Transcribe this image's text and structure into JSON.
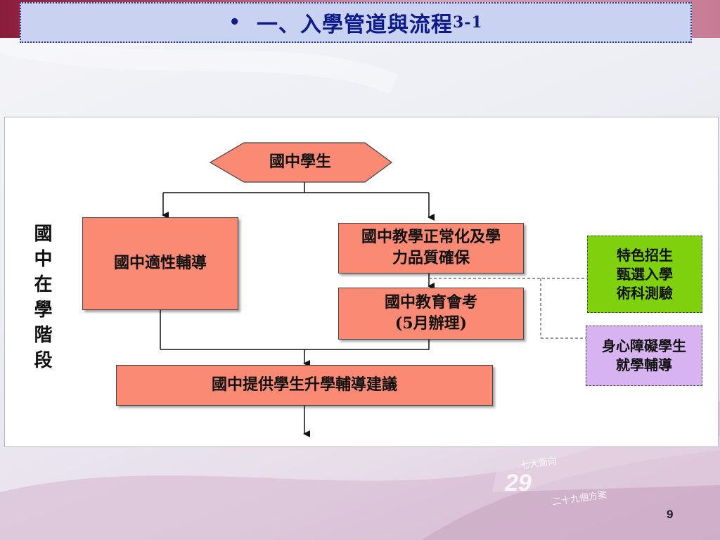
{
  "slide": {
    "title_bullet": "•",
    "title": "一、入學管道與流程",
    "title_suffix": "3-1",
    "page_number": "9",
    "vertical_label": "國中在學階段",
    "decor_text_1": "七大面向",
    "decor_text_2": "29",
    "decor_text_3": "二十九個方案"
  },
  "flowchart": {
    "start": "國中學生",
    "left_box": "國中適性輔導",
    "right_top_line1": "國中教學正常化及學",
    "right_top_line2": "力品質確保",
    "exam_line1": "國中教育會考",
    "exam_line2": "(5月辦理)",
    "bottom_box": "國中提供學生升學輔導建議",
    "green_line1": "特色招生",
    "green_line2": "甄選入學",
    "green_line3": "術科測驗",
    "purple_line1": "身心障礙學生",
    "purple_line2": "就學輔導"
  },
  "colors": {
    "node_fill": "#fa8a73",
    "green_fill": "#7fd10d",
    "purple_fill": "#d7b3f2",
    "title_text": "#0d1a8c",
    "title_bg": "#c9d3f1"
  }
}
